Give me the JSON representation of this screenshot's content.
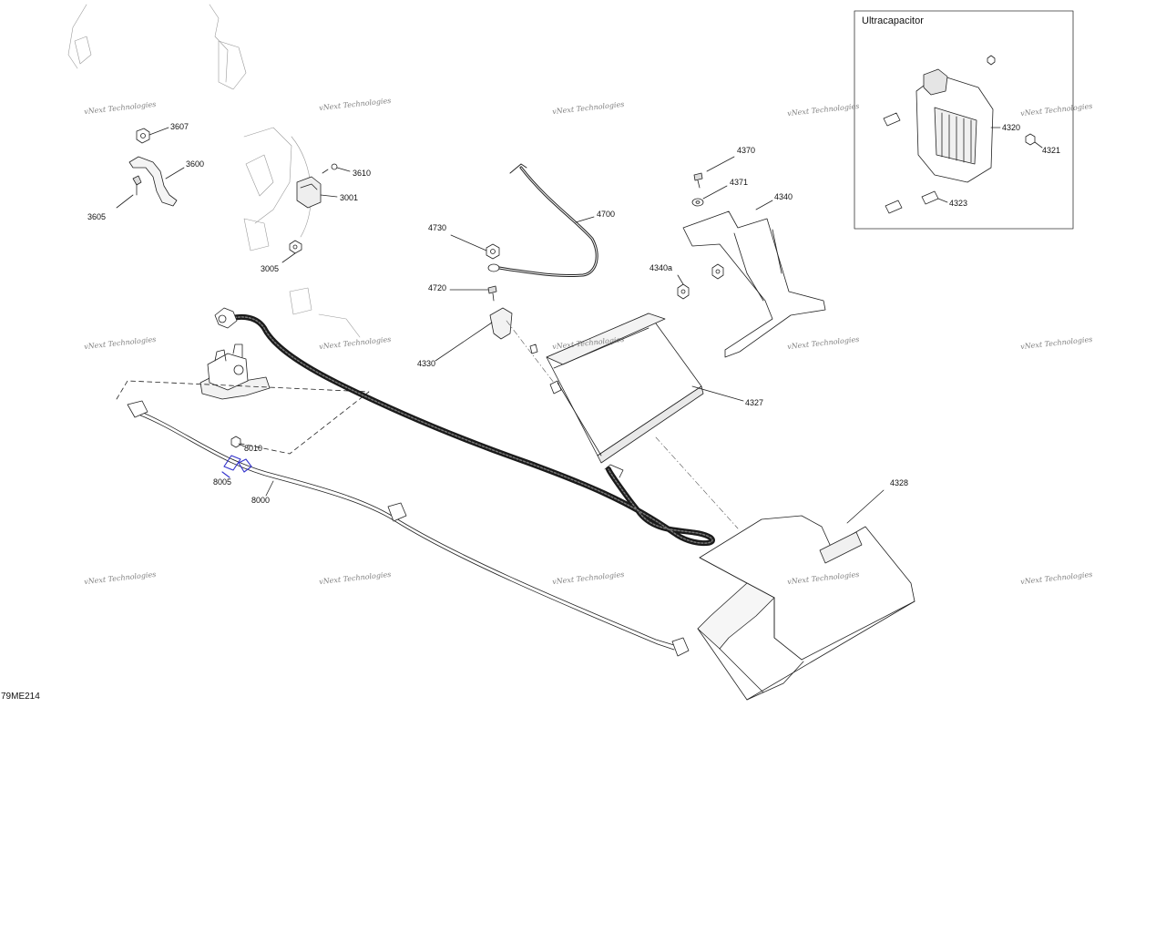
{
  "diagram_code": "79ME214",
  "inset": {
    "title": "Ultracapacitor"
  },
  "watermark": "vNext Technologies",
  "colors": {
    "line": "#222222",
    "harness": "#1a1a1a",
    "highlight": "#3333cc",
    "shade": "#e9e9e9"
  },
  "callouts": {
    "p3607": "3607",
    "p3600": "3600",
    "p3605": "3605",
    "p3610": "3610",
    "p3001": "3001",
    "p3005": "3005",
    "p4730": "4730",
    "p4700": "4700",
    "p4720": "4720",
    "p4330": "4330",
    "p4370": "4370",
    "p4371": "4371",
    "p4340": "4340",
    "p4340a": "4340a",
    "p4327": "4327",
    "p4328": "4328",
    "p8010": "8010",
    "p8005": "8005",
    "p8000": "8000",
    "p4320": "4320",
    "p4321": "4321",
    "p4323": "4323"
  }
}
